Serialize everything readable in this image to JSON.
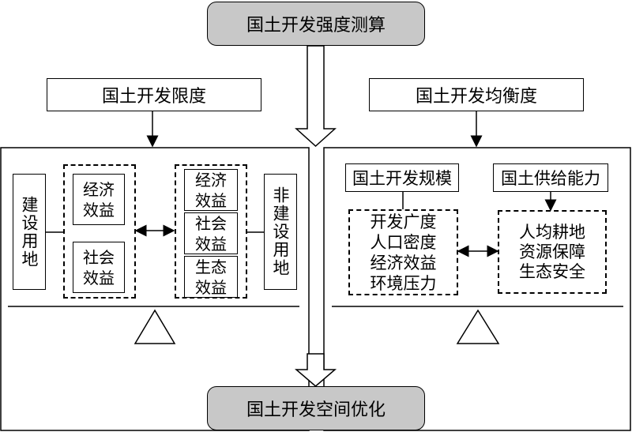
{
  "top_title": "国土开发强度测算",
  "bottom_title": "国土开发空间优化",
  "left": {
    "header": "国土开发限度",
    "construction_land": "建设用地",
    "non_construction_land": "非建设用地",
    "inner_left": [
      "经济\n效益",
      "社会\n效益"
    ],
    "inner_right": [
      "经济\n效益",
      "社会\n效益",
      "生态\n效益"
    ]
  },
  "right": {
    "header": "国土开发均衡度",
    "scale_label": "国土开发规模",
    "supply_label": "国土供给能力",
    "scale_items": "开发广度\n人口密度\n经济效益\n环境压力",
    "supply_items": "人均耕地\n资源保障\n生态安全"
  }
}
